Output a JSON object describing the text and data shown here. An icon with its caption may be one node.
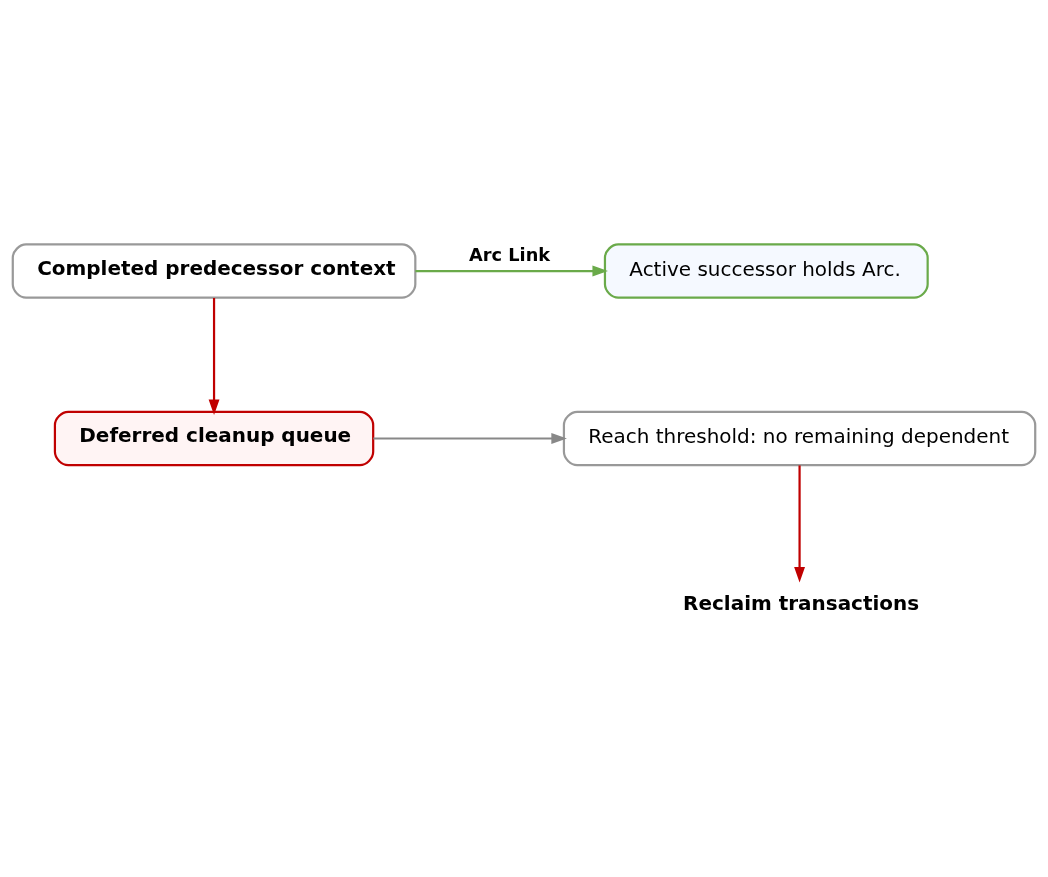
{
  "diagram": {
    "nodes": [
      {
        "text": [
          "Completed predecessor context"
        ]
      },
      {
        "text": [
          "Active successor holds Arc."
        ]
      },
      {
        "text": [
          "Deferred cleanup queue"
        ]
      },
      {
        "text": [
          "Reach threshold: no remaining dependent"
        ]
      },
      {
        "text": [
          "Reclaim transactions"
        ]
      }
    ],
    "edges": [
      {
        "from": 0,
        "to": 1,
        "arrow": "to",
        "label": "Arc Link",
        "color": "#6aaa4a"
      },
      {
        "from": 0,
        "to": 2,
        "arrow": "to",
        "color": "#c00000"
      },
      {
        "from": 2,
        "to": 3,
        "arrow": "to",
        "color": "#888888"
      },
      {
        "from": 3,
        "to": 4,
        "arrow": "to",
        "color": "#c00000"
      }
    ]
  }
}
